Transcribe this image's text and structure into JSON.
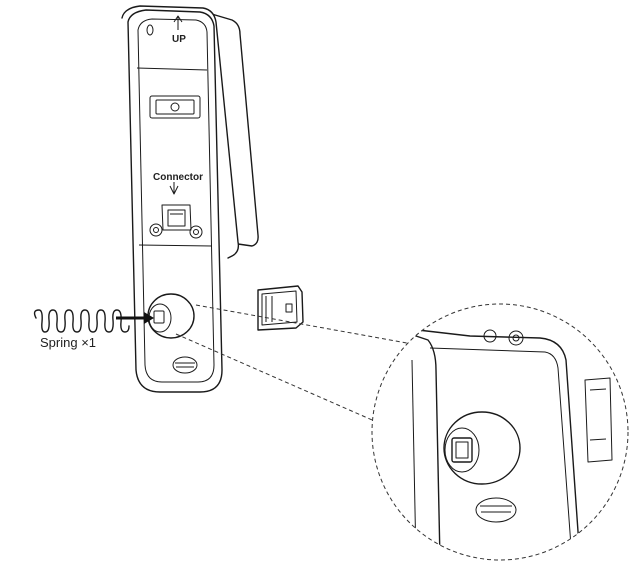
{
  "labels": {
    "up": "UP",
    "connector": "Connector",
    "spring": "Spring ×1"
  }
}
